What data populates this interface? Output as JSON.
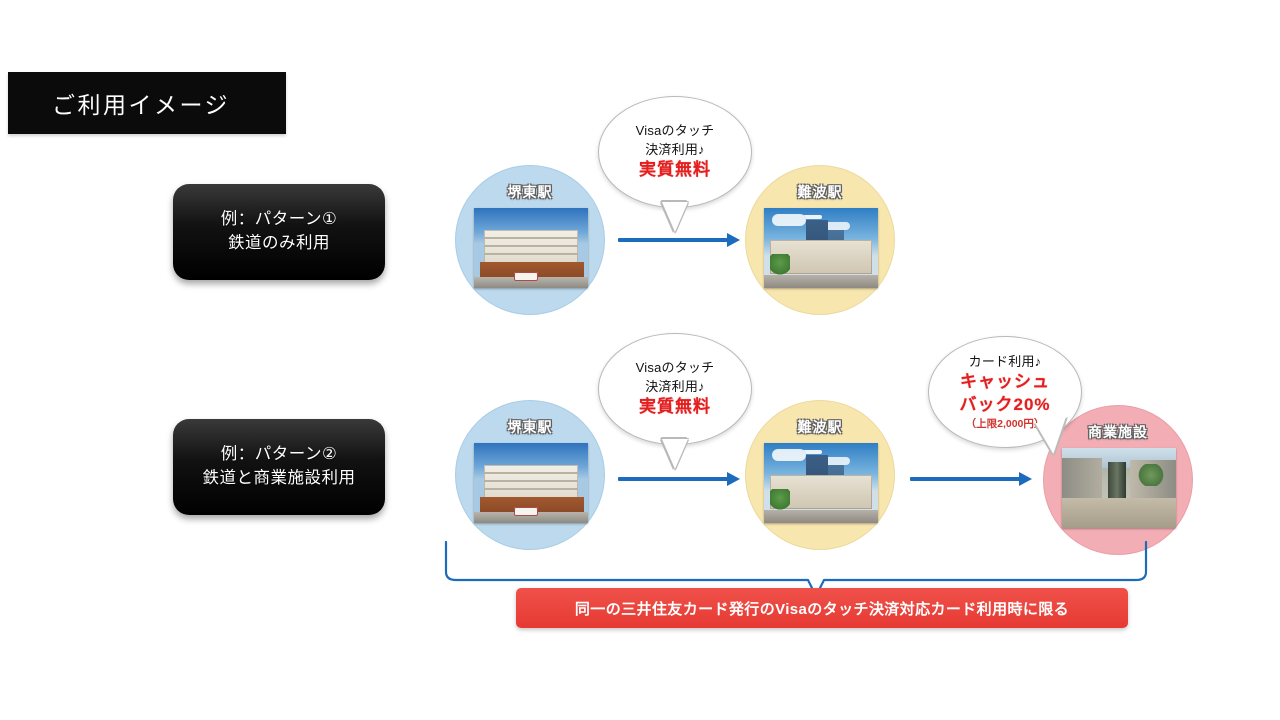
{
  "header": {
    "title": "ご利用イメージ"
  },
  "patterns": [
    {
      "id": "pattern-1",
      "line1": "例：パターン①",
      "line2": "鉄道のみ利用"
    },
    {
      "id": "pattern-2",
      "line1": "例：パターン②",
      "line2": "鉄道と商業施設利用"
    }
  ],
  "nodes": {
    "sakai": {
      "label": "堺東駅",
      "color": "#bcd9ed"
    },
    "namba": {
      "label": "難波駅",
      "color": "#f7e6ae"
    },
    "shop": {
      "label": "商業施設",
      "color": "#f2aeb4"
    }
  },
  "bubbles": {
    "touch": {
      "line1": "Visaのタッチ",
      "line2": "決済利用♪",
      "accent": "実質無料"
    },
    "cashback": {
      "line1": "カード利用♪",
      "accent1": "キャッシュ",
      "accent2": "バック20%",
      "note": "（上限2,000円）"
    }
  },
  "footer": {
    "banner_text": "同一の三井住友カード発行のVisaのタッチ決済対応カード利用時に限る",
    "bracket_color": "#1c6bbd",
    "banner_color": "#e63a33"
  },
  "colors": {
    "arrow": "#1c6bbd",
    "accent_red": "#e41f1f",
    "banner_black": "#0b0b0b"
  }
}
